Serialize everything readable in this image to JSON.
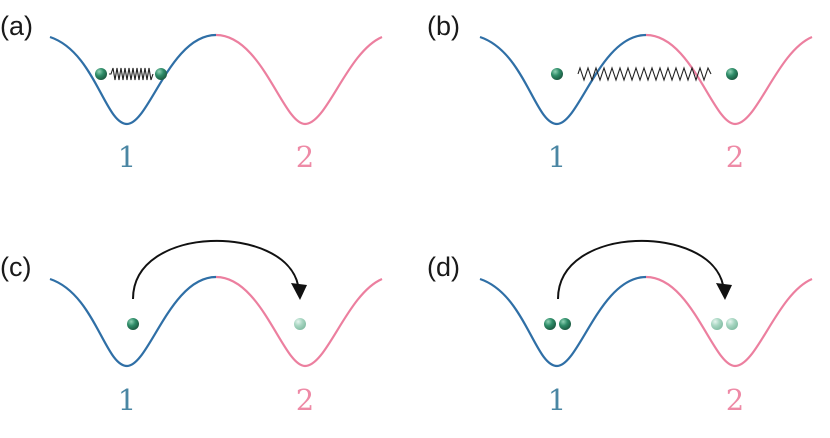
{
  "colors": {
    "well1": "#2f6fa6",
    "well2": "#ec7f9f",
    "label1": "#4a86a3",
    "label2": "#ee8aa6",
    "particle": "#2e8c68",
    "particle_faded": "#a8d6c2",
    "spring": "#222222",
    "arrow": "#111111"
  },
  "panels": [
    {
      "label": "(a)",
      "well1_label": "1",
      "well2_label": "2"
    },
    {
      "label": "(b)",
      "well1_label": "1",
      "well2_label": "2"
    },
    {
      "label": "(c)",
      "well1_label": "1",
      "well2_label": "2"
    },
    {
      "label": "(d)",
      "well1_label": "1",
      "well2_label": "2"
    }
  ]
}
